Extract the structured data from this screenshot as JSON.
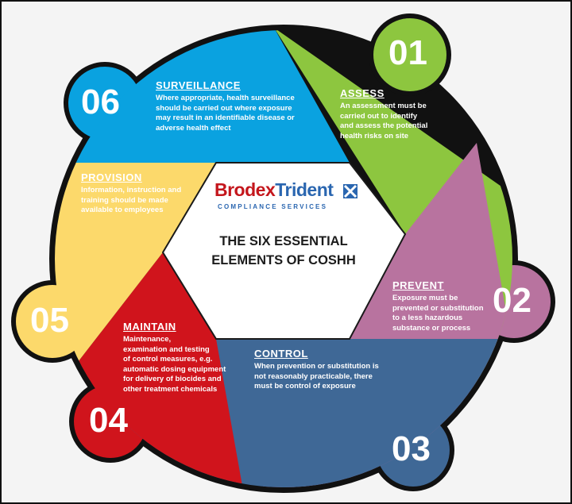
{
  "logo": {
    "brand_part1": "Brodex",
    "brand_part2": "Trident",
    "subtitle": "COMPLIANCE SERVICES"
  },
  "center_title": {
    "line1": "THE SIX ESSENTIAL",
    "line2": "ELEMENTS OF COSHH"
  },
  "segments": [
    {
      "number": "01",
      "title": "ASSESS",
      "description": [
        "An assessment must be",
        "carried out to identify",
        "and assess the potential",
        "health risks on site"
      ],
      "color": "#8dc63f"
    },
    {
      "number": "02",
      "title": "PREVENT",
      "description": [
        "Exposure must be",
        "prevented or substitution",
        "to a less hazardous",
        "substance or process"
      ],
      "color": "#b8739f"
    },
    {
      "number": "03",
      "title": "CONTROL",
      "description": [
        "When prevention or substitution is",
        "not reasonably practicable, there",
        "must be control of exposure"
      ],
      "color": "#3f6896"
    },
    {
      "number": "04",
      "title": "MAINTAIN",
      "description": [
        "Maintenance,",
        "examination and testing",
        "of control measures, e.g.",
        "automatic dosing equipment",
        "for delivery of biocides and",
        "other treatment chemicals"
      ],
      "color": "#d0141c"
    },
    {
      "number": "05",
      "title": "PROVISION",
      "description": [
        "Information, instruction and",
        "training should be made",
        "available to employees"
      ],
      "color": "#fcd96b"
    },
    {
      "number": "06",
      "title": "SURVEILLANCE",
      "description": [
        "Where appropriate, health surveillance",
        "should be carried out where exposure",
        "may result in an identifiable disease or",
        "adverse health effect"
      ],
      "color": "#0aa2e0"
    }
  ]
}
